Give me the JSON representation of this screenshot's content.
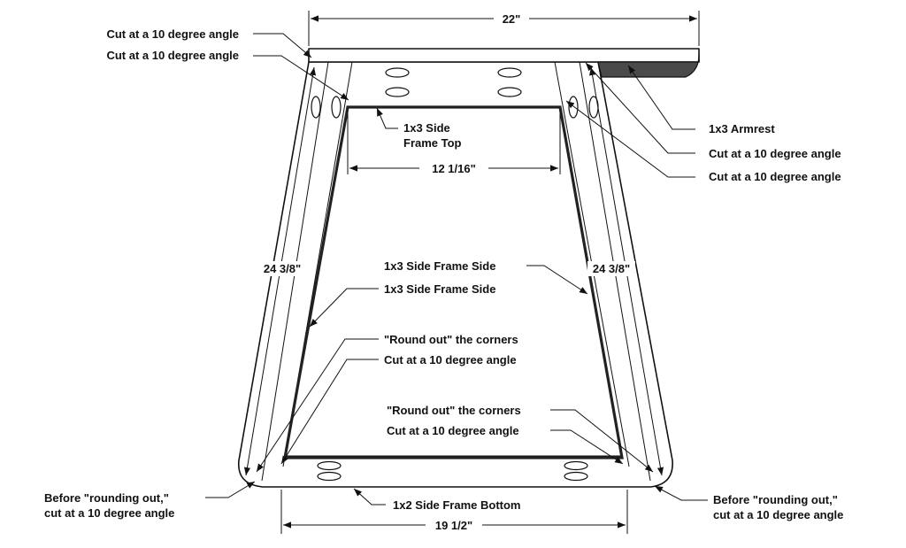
{
  "diagram": {
    "dimensions": {
      "top_width": "22\"",
      "inner_top_width": "12 1/16\"",
      "left_side_length": "24 3/8\"",
      "right_side_length": "24 3/8\"",
      "bottom_width": "19 1/2\""
    },
    "labels": {
      "cut_top_left_1": "Cut at a 10 degree angle",
      "cut_top_left_2": "Cut at a 10 degree angle",
      "armrest": "1x3 Armrest",
      "cut_top_right_1": "Cut at a 10 degree angle",
      "cut_top_right_2": "Cut at a 10 degree angle",
      "frame_top_line1": "1x3 Side",
      "frame_top_line2": "Frame Top",
      "frame_side_right": "1x3 Side Frame Side",
      "frame_side_left": "1x3 Side Frame Side",
      "round_corners_left": "\"Round out\" the corners",
      "cut_bottom_left": "Cut at a 10 degree angle",
      "round_corners_right": "\"Round out\" the corners",
      "cut_bottom_right": "Cut at a 10 degree angle",
      "before_rounding_left_line1": "Before \"rounding out,\"",
      "before_rounding_left_line2": "cut at a 10 degree angle",
      "frame_bottom": "1x2 Side Frame Bottom",
      "before_rounding_right_line1": "Before \"rounding out,\"",
      "before_rounding_right_line2": "cut at a 10 degree angle"
    },
    "colors": {
      "line": "#111111",
      "armrest_fill": "#4a4a4a",
      "background": "#ffffff"
    }
  }
}
